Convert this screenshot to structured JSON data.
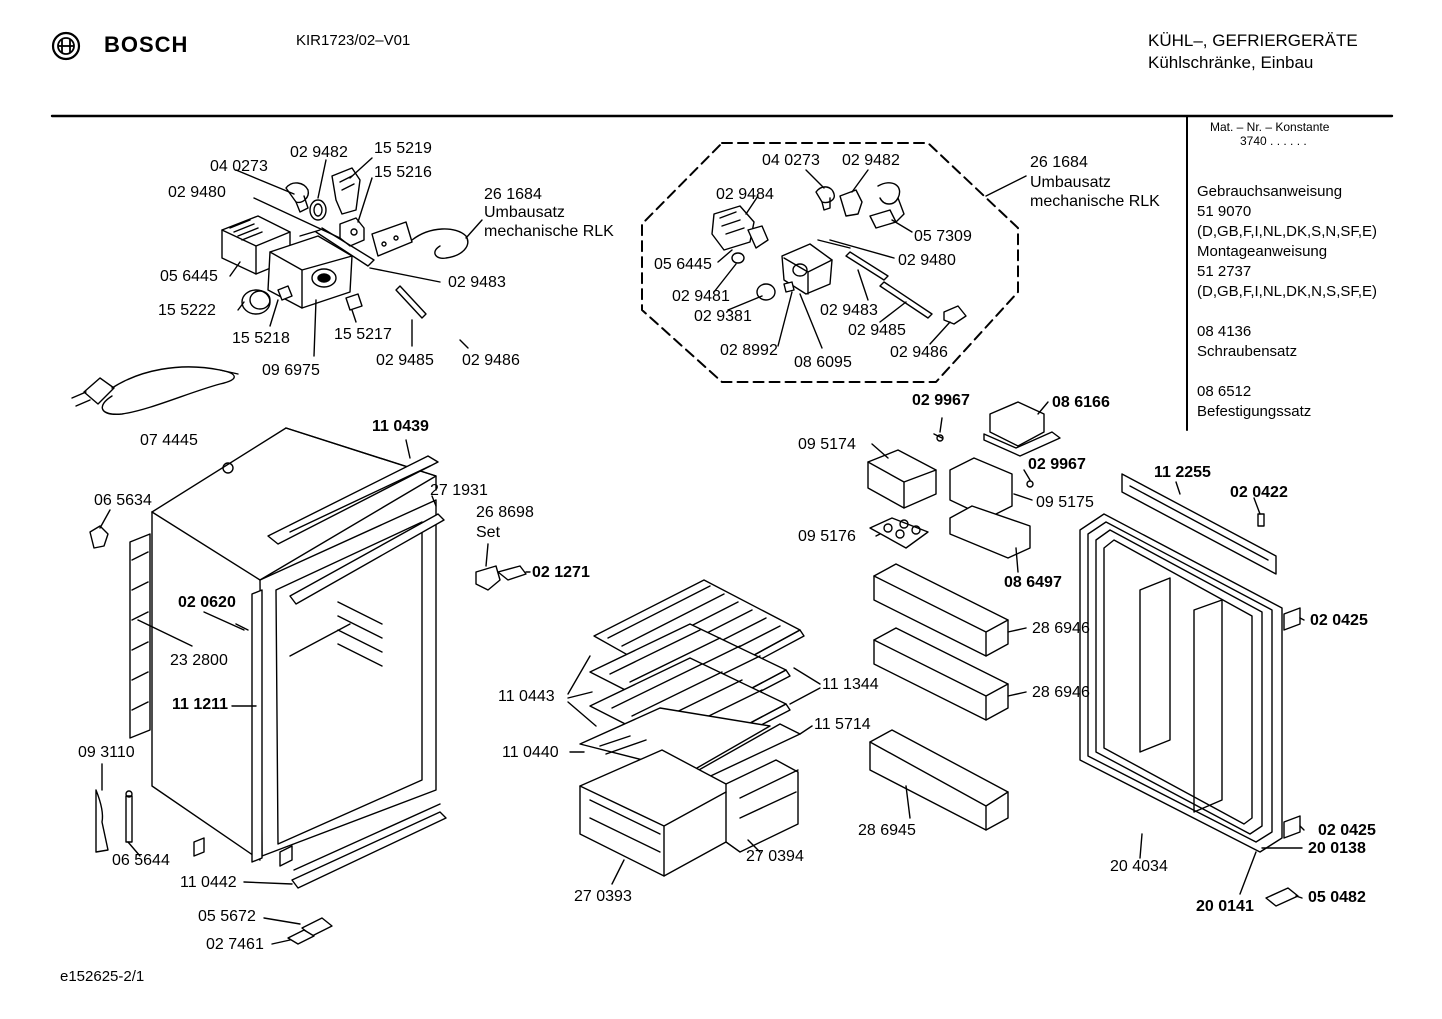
{
  "header": {
    "brand": "BOSCH",
    "model": "KIR1723/02–V01",
    "category_line1": "KÜHL–, GEFRIERGERÄTE",
    "category_line2": "Kühlschränke, Einbau"
  },
  "info_panel": {
    "mat_title": "Mat. – Nr. – Konstante",
    "mat_value": "3740 . . . . . .",
    "items": [
      "Gebrauchsanweisung",
      "51 9070",
      "(D,GB,F,I,NL,DK,S,N,SF,E)",
      "Montageanweisung",
      "51 2737",
      "(D,GB,F,I,NL,DK,N,S,SF,E)",
      "08 4136",
      "Schraubensatz",
      "08 6512",
      "Befestigungssatz"
    ]
  },
  "labels": {
    "l_029482a": "02 9482",
    "l_155219": "15 5219",
    "l_040273a": "04 0273",
    "l_155216": "15 5216",
    "l_029480a": "02 9480",
    "l_261684a": "26 1684",
    "l_umbau_a": "Umbausatz",
    "l_mech_a": "mechanische RLK",
    "l_056445a": "05 6445",
    "l_029483a": "02 9483",
    "l_155222": "15 5222",
    "l_155218": "15 5218",
    "l_155217": "15 5217",
    "l_096975": "09 6975",
    "l_029485a": "02 9485",
    "l_029486a": "02 9486",
    "l_074445": "07 4445",
    "l_040273b": "04 0273",
    "l_029482b": "02 9482",
    "l_029484": "02 9484",
    "l_056445b": "05 6445",
    "l_057309": "05 7309",
    "l_029480b": "02 9480",
    "l_029481": "02 9481",
    "l_029381": "02 9381",
    "l_029483b": "02 9483",
    "l_029485b": "02 9485",
    "l_028992": "02 8992",
    "l_086095": "08 6095",
    "l_029486b": "02 9486",
    "l_261684b": "26 1684",
    "l_umbau_b": "Umbausatz",
    "l_mech_b": "mechanische RLK",
    "l_110439": "11 0439",
    "l_271931": "27 1931",
    "l_268698": "26 8698",
    "l_set": "Set",
    "l_021271": "02 1271",
    "l_065634": "06 5634",
    "l_020620": "02 0620",
    "l_232800": "23 2800",
    "l_111211": "11 1211",
    "l_093110": "09 3110",
    "l_065644": "06 5644",
    "l_110442": "11 0442",
    "l_055672": "05 5672",
    "l_027461": "02 7461",
    "l_029967a": "02 9967",
    "l_086166": "08 6166",
    "l_095174": "09 5174",
    "l_029967b": "02 9967",
    "l_095175": "09 5175",
    "l_095176": "09 5176",
    "l_086497": "08 6497",
    "l_112255": "11 2255",
    "l_020422": "02 0422",
    "l_020425a": "02 0425",
    "l_286946a": "28 6946",
    "l_286946b": "28 6946",
    "l_110443": "11 0443",
    "l_111344": "11 1344",
    "l_115714": "11 5714",
    "l_110440": "11 0440",
    "l_286945": "28 6945",
    "l_270394": "27 0394",
    "l_270393": "27 0393",
    "l_204034": "20 4034",
    "l_020425b": "02 0425",
    "l_200138": "20 0138",
    "l_200141": "20 0141",
    "l_050482": "05 0482"
  },
  "footer": {
    "doc_id": "e152625-2/1"
  }
}
